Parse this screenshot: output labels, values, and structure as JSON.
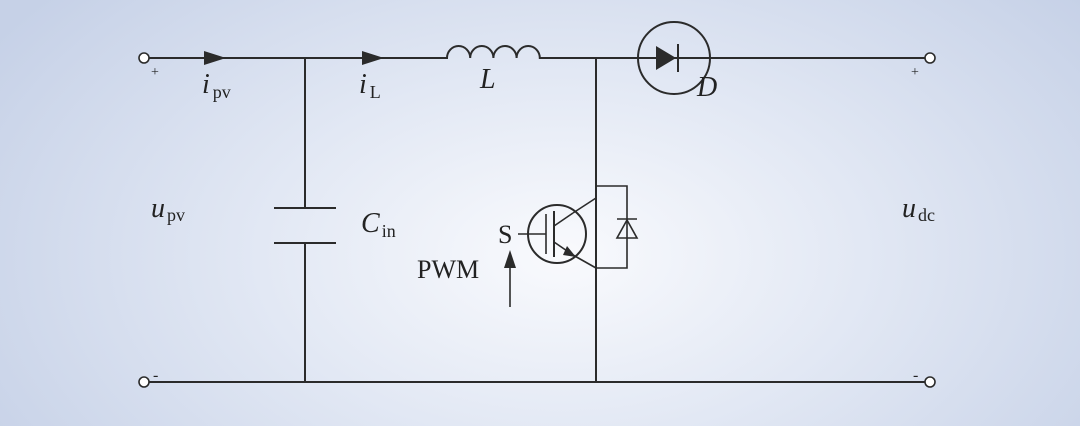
{
  "labels": {
    "i_pv": {
      "main": "i",
      "sub": "pv"
    },
    "i_L": {
      "main": "i",
      "sub": "L"
    },
    "L": "L",
    "D": "D",
    "u_pv": {
      "main": "u",
      "sub": "pv"
    },
    "C_in": {
      "main": "C",
      "sub": "in"
    },
    "u_dc": {
      "main": "u",
      "sub": "dc"
    },
    "S": "S",
    "PWM": "PWM",
    "plus_left": "+",
    "minus_left": "-",
    "plus_right": "+",
    "minus_right": "-"
  }
}
